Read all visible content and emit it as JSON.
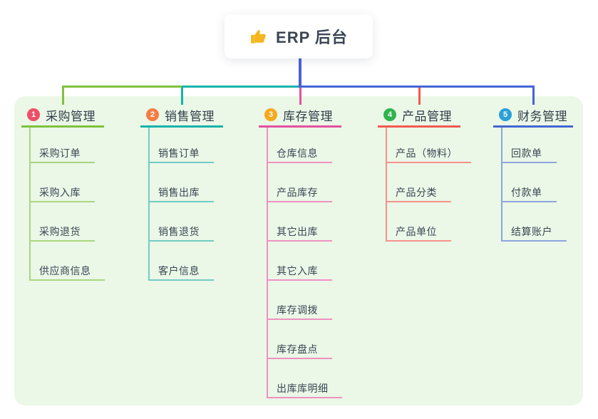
{
  "root": {
    "label": "ERP 后台",
    "icon": "thumbs-up-icon",
    "icon_color": "#f4b71e"
  },
  "connector": {
    "root_line_color": "#4c5fd4"
  },
  "colors": {
    "page_bg": "#ffffff",
    "panel_bg": "#ebf7e7",
    "title_text": "#323e4a",
    "child_text": "#3a4754",
    "root_text": "#3b4554"
  },
  "branches": [
    {
      "badge": "1",
      "title": "采购管理",
      "badge_color": "#ec4f68",
      "line_color": "#7fc140",
      "child_line_color": "#a9d780",
      "children": [
        "采购订单",
        "采购入库",
        "采购退货",
        "供应商信息"
      ]
    },
    {
      "badge": "2",
      "title": "销售管理",
      "badge_color": "#f57d45",
      "line_color": "#13b3a9",
      "child_line_color": "#72ccc4",
      "children": [
        "销售订单",
        "销售出库",
        "销售退货",
        "客户信息"
      ]
    },
    {
      "badge": "3",
      "title": "库存管理",
      "badge_color": "#f6a81c",
      "line_color": "#e3529f",
      "child_line_color": "#ef92c0",
      "children": [
        "仓库信息",
        "产品库存",
        "其它出库",
        "其它入库",
        "库存调拨",
        "库存盘点",
        "出库库明细"
      ]
    },
    {
      "badge": "4",
      "title": "产品管理",
      "badge_color": "#2fb44e",
      "line_color": "#f25a52",
      "child_line_color": "#f5938b",
      "children": [
        "产品（物料）",
        "产品分类",
        "产品单位"
      ]
    },
    {
      "badge": "5",
      "title": "财务管理",
      "badge_color": "#2ba0d9",
      "line_color": "#4465d5",
      "child_line_color": "#8ea6de",
      "children": [
        "回款单",
        "付款单",
        "结算账户"
      ]
    }
  ]
}
